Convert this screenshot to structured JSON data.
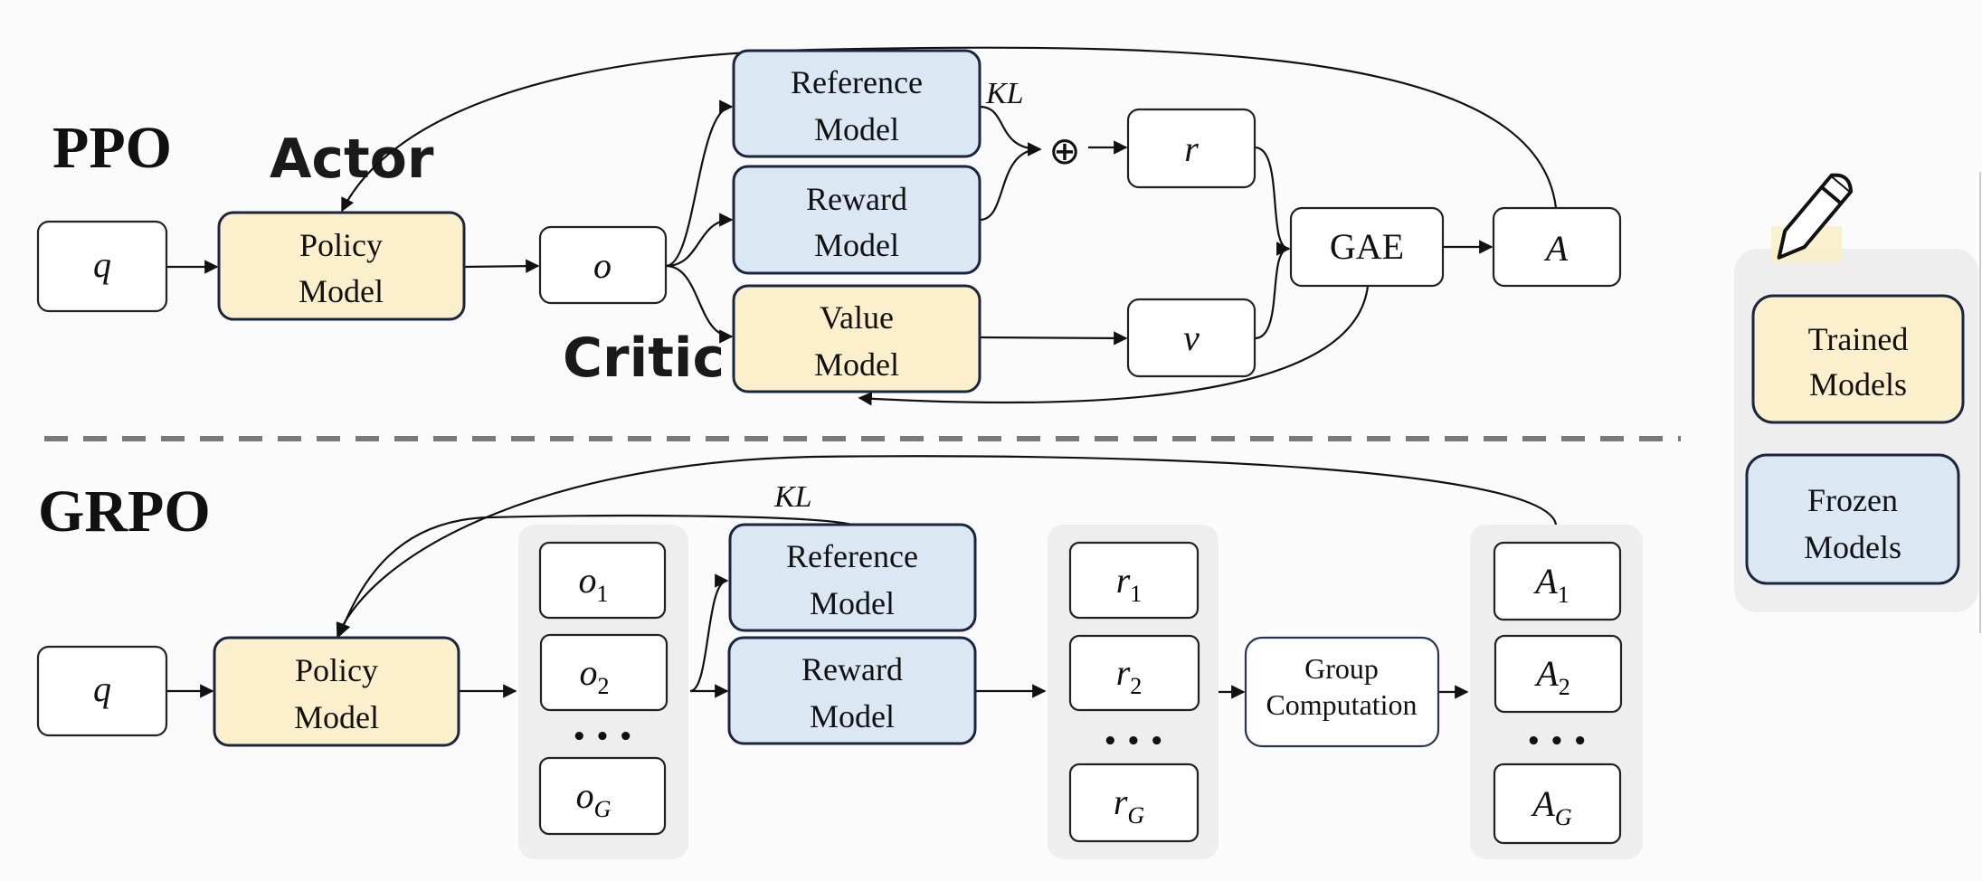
{
  "sections": {
    "ppo": {
      "title": "PPO",
      "actor_label": "Actor",
      "critic_label": "Critic",
      "nodes": {
        "q": "q",
        "policy": [
          "Policy",
          "Model"
        ],
        "o": "o",
        "reference": [
          "Reference",
          "Model"
        ],
        "reward": [
          "Reward",
          "Model"
        ],
        "value": [
          "Value",
          "Model"
        ],
        "kl": "KL",
        "sum_symbol": "⊕",
        "r": "r",
        "v": "v",
        "gae": "GAE",
        "a": "A"
      }
    },
    "grpo": {
      "title": "GRPO",
      "nodes": {
        "q": "q",
        "policy": [
          "Policy",
          "Model"
        ],
        "outputs": [
          {
            "base": "o",
            "sub": "1"
          },
          {
            "base": "o",
            "sub": "2"
          },
          {
            "base": "o",
            "sub": "G"
          }
        ],
        "reference": [
          "Reference",
          "Model"
        ],
        "reward": [
          "Reward",
          "Model"
        ],
        "kl": "KL",
        "rewards": [
          {
            "base": "r",
            "sub": "1"
          },
          {
            "base": "r",
            "sub": "2"
          },
          {
            "base": "r",
            "sub": "G"
          }
        ],
        "group": [
          "Group",
          "Computation"
        ],
        "advantages": [
          {
            "base": "A",
            "sub": "1"
          },
          {
            "base": "A",
            "sub": "2"
          },
          {
            "base": "A",
            "sub": "G"
          }
        ],
        "ellipsis": "• • •"
      }
    }
  },
  "legend": {
    "icon": "pencil-icon",
    "trained": [
      "Trained",
      "Models"
    ],
    "frozen": [
      "Frozen",
      "Models"
    ]
  },
  "colors": {
    "trained_fill": "#fcf0cc",
    "frozen_fill": "#dce7f4",
    "box_border_dark": "#1a2540",
    "group_panel": "#eeeeee",
    "divider": "#7a7a7a"
  }
}
